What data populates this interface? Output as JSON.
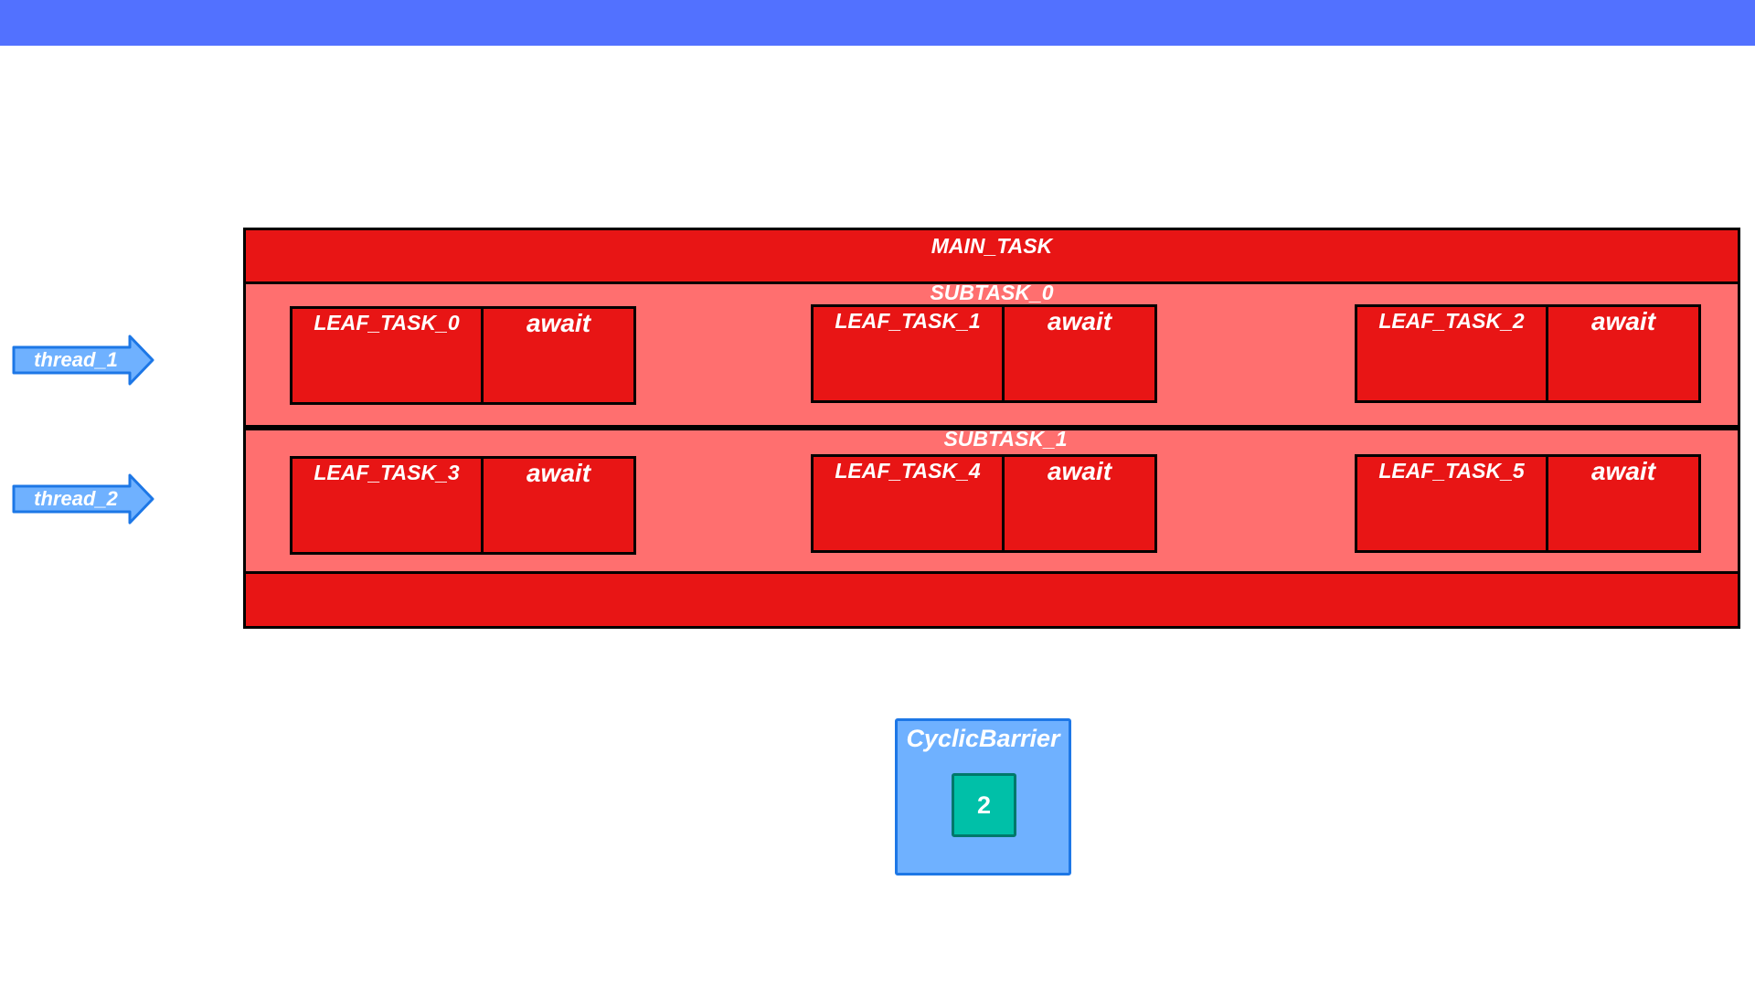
{
  "main_task": {
    "label": "MAIN_TASK",
    "subtasks": [
      {
        "label": "SUBTASK_0",
        "leaves": [
          {
            "label": "LEAF_TASK_0",
            "await_label": "await"
          },
          {
            "label": "LEAF_TASK_1",
            "await_label": "await"
          },
          {
            "label": "LEAF_TASK_2",
            "await_label": "await"
          }
        ]
      },
      {
        "label": "SUBTASK_1",
        "leaves": [
          {
            "label": "LEAF_TASK_3",
            "await_label": "await"
          },
          {
            "label": "LEAF_TASK_4",
            "await_label": "await"
          },
          {
            "label": "LEAF_TASK_5",
            "await_label": "await"
          }
        ]
      }
    ]
  },
  "threads": [
    {
      "label": "thread_1"
    },
    {
      "label": "thread_2"
    }
  ],
  "barrier": {
    "label": "CyclicBarrier",
    "count": "2"
  },
  "colors": {
    "header_bar": "#5271ff",
    "task": "#e81515",
    "subtask": "#ff6f6f",
    "thread_arrow": "#6fb1ff",
    "barrier": "#6fb1ff",
    "barrier_count": "#00c0a8"
  }
}
